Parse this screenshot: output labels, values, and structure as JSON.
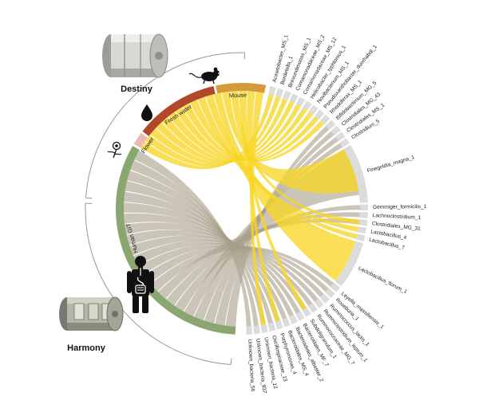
{
  "modules": [
    {
      "id": "destiny",
      "name": "Destiny"
    },
    {
      "id": "harmony",
      "name": "Harmony"
    }
  ],
  "sources": [
    {
      "id": "mouse",
      "label": "Mouse",
      "color": "#d69a3c",
      "icon": "mouse-icon"
    },
    {
      "id": "fresh-water",
      "label": "Fresh water",
      "color": "#b3472a",
      "icon": "water-drop-icon"
    },
    {
      "id": "flower",
      "label": "Flower",
      "color": "#efb9b3",
      "icon": "flower-icon"
    },
    {
      "id": "human-git",
      "label": "Human GIT",
      "color": "#8aa772",
      "icon": "human-body-icon"
    }
  ],
  "taxa": [
    "Acinetobacter_MS_1",
    "Bordetella_1",
    "Brevundimonas_MS_1",
    "Comamonadaceae_MS_2",
    "Comamonadaceae_MS_12",
    "Helicobacter_typhlonius_1",
    "Novibacterium_MS_1",
    "Pseudoxanthobacter_duorhabdi_1",
    "Rhodoferax_MS_1",
    "Bifidobacterium_MG_5",
    "Clostridiales_MG_43",
    "Clostridiales_MS_1",
    "Clostridium_5",
    "Finegoldia_magna_1",
    "Gemmiger_formicilis_1",
    "Lachnoclostridium_1",
    "Clostridiales_MG_31",
    "Lactobacillus_4",
    "Lactobacillus_7",
    "Lactobacillus_florum_1",
    "Leyella_massiliensis_1",
    "Roseburia_1",
    "Ruminococcus_lactis_1",
    "Ruminiclostridium_leptum_1",
    "Ruminococcaceae_MG_7",
    "Subdoligranulum_1",
    "Bacteroidales_MF_7",
    "Bacteroidetes_albaster_2",
    "Bacteroidales_MS_4",
    "Porphyromonas_4",
    "Oscillospiraceae_13",
    "Unknown_bacteria_12",
    "Unknown_bacteria_937",
    "Unknown_bacteria_56"
  ]
}
